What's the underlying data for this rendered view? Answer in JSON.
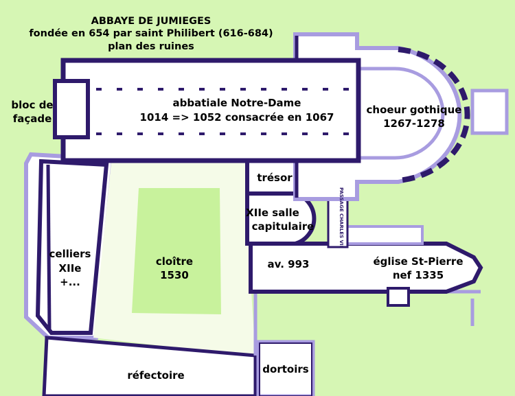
{
  "title": {
    "line1": "ABBAYE DE JUMIEGES",
    "line2": "fondée en 654 par saint Philibert (616-684)",
    "line3": "plan des ruines"
  },
  "labels": {
    "facade": [
      "bloc de",
      "façade"
    ],
    "nave": [
      "abbatiale Notre-Dame",
      "1014 => 1052 consacrée en 1067"
    ],
    "choir": [
      "choeur gothique",
      "1267-1278"
    ],
    "treasury": "trésor",
    "chapter_house": [
      "XIIe salle",
      "capitulaire"
    ],
    "passage": "PASSAGE CHARLES VII",
    "cellars": [
      "celliers",
      "XIIe",
      "+..."
    ],
    "cloister": [
      "cloître",
      "1530"
    ],
    "avant_993": "av. 993",
    "saint_pierre": [
      "église St-Pierre",
      "nef 1335"
    ],
    "refectory": "réfectoire",
    "dormitories": "dortoirs"
  },
  "colors": {
    "background": "#d6f6b4",
    "walls": "#2e1a6b",
    "light_walls": "#a89ce0",
    "cloister_garth": "#c8f29c",
    "cloister_walk": "#f5fbe8"
  }
}
